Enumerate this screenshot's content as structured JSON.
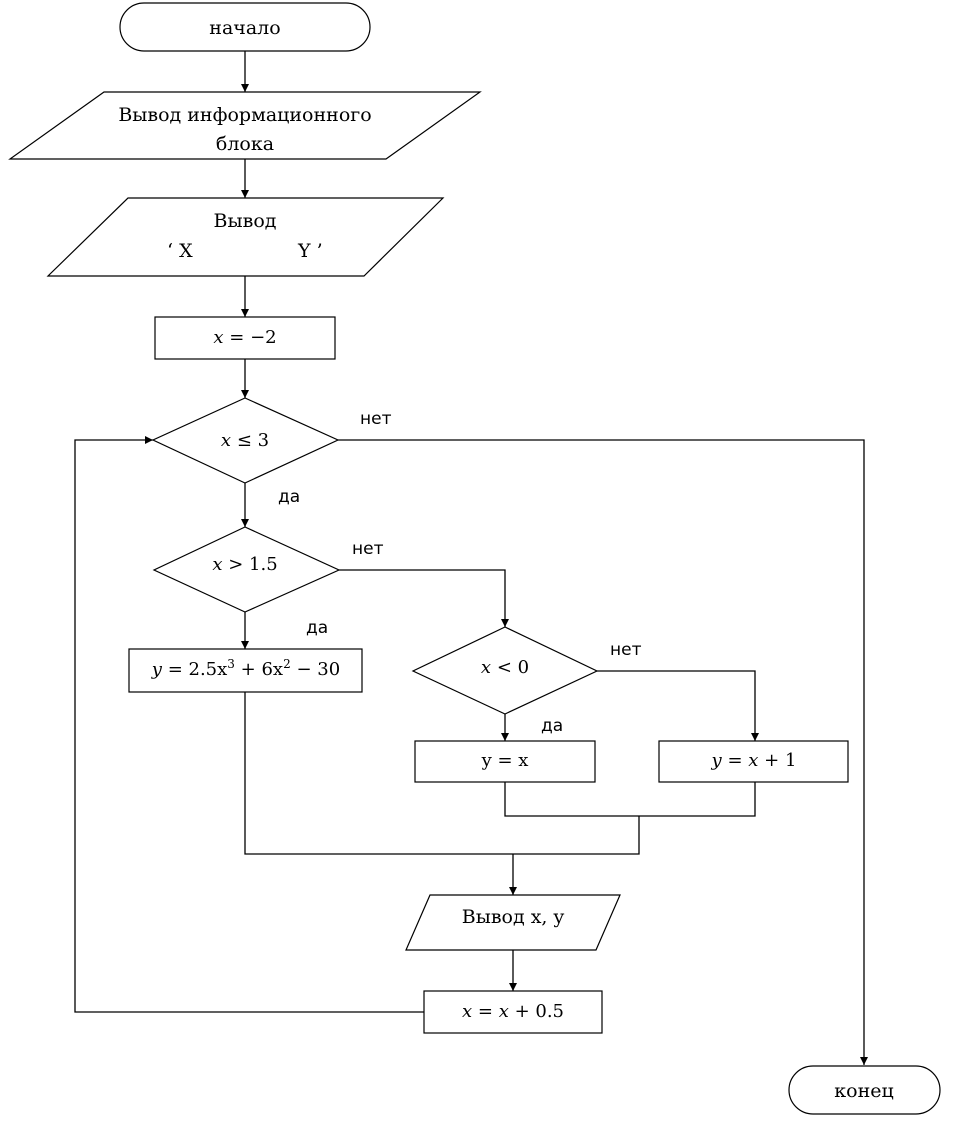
{
  "start_label": "начало",
  "end_label": "конец",
  "info_block": {
    "line1": "Вывод информационного",
    "line2": "блока"
  },
  "header_block": {
    "line1": "Вывод",
    "col_x": "‘ X",
    "col_y": "Y ’"
  },
  "init": {
    "var": "x",
    "op": "= −2"
  },
  "loop_cond": {
    "var": "x",
    "op": "≤ 3"
  },
  "cond_gt": {
    "var": "x",
    "op": "> 1.5"
  },
  "formula_big": {
    "var": "y",
    "p1": "= 2.5x",
    "e1": "3",
    "p2": "+ 6x",
    "e2": "2",
    "p3": "− 30"
  },
  "cond_lt": {
    "var": "x",
    "op": "< 0"
  },
  "assign_yx": "y = x",
  "assign_yx1": {
    "var_y": "y",
    "eq": "=",
    "var_x": "x",
    "rest": "+ 1"
  },
  "output_xy": "Вывод  x, y",
  "increment": {
    "var1": "x",
    "eq": "=",
    "var2": "x",
    "rest": "+ 0.5"
  },
  "labels": {
    "no_loop": "нет",
    "yes_loop": "да",
    "no_gt": "нет",
    "yes_gt": "да",
    "no_lt": "нет",
    "yes_lt": "да"
  }
}
